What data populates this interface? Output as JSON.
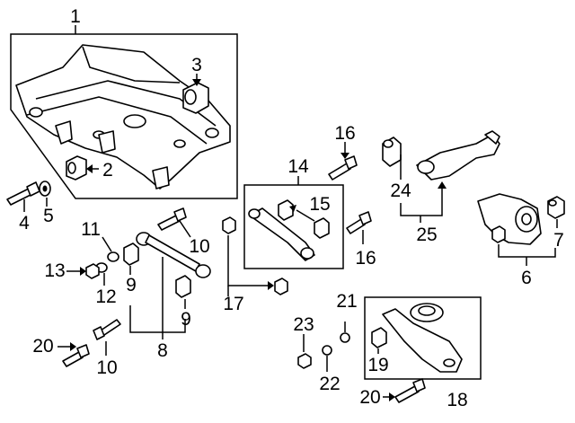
{
  "callouts": {
    "c1": "1",
    "c2": "2",
    "c3": "3",
    "c4": "4",
    "c5": "5",
    "c6": "6",
    "c7": "7",
    "c8": "8",
    "c9a": "9",
    "c9b": "9",
    "c10a": "10",
    "c10b": "10",
    "c11": "11",
    "c12": "12",
    "c13": "13",
    "c14": "14",
    "c15": "15",
    "c16a": "16",
    "c16b": "16",
    "c17": "17",
    "c18": "18",
    "c19": "19",
    "c20a": "20",
    "c20b": "20",
    "c21": "21",
    "c22": "22",
    "c23": "23",
    "c24": "24",
    "c25": "25"
  }
}
